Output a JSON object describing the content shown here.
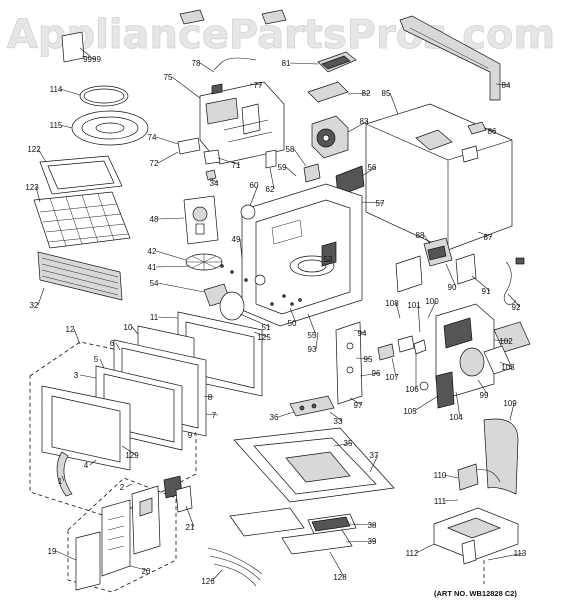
{
  "watermark": "AppliancePartsPros.com",
  "art_number": "(ART NO. WB12828 C2)",
  "part_labels": [
    "9999",
    "114",
    "115",
    "122",
    "123",
    "32",
    "75",
    "78",
    "77",
    "81",
    "82",
    "74",
    "72",
    "71",
    "34",
    "62",
    "60",
    "58",
    "59",
    "56",
    "57",
    "85",
    "84",
    "83",
    "86",
    "87",
    "88",
    "90",
    "91",
    "92",
    "48",
    "42",
    "41",
    "54",
    "49",
    "50",
    "51",
    "55",
    "52",
    "125",
    "12",
    "11",
    "10",
    "6",
    "5",
    "3",
    "8",
    "7",
    "9",
    "129",
    "1",
    "93",
    "94",
    "95",
    "96",
    "97",
    "108",
    "100",
    "101",
    "102",
    "103",
    "107",
    "106",
    "105",
    "104",
    "99",
    "109",
    "36",
    "33",
    "35",
    "37",
    "110",
    "111",
    "112",
    "113",
    "21",
    "19",
    "20",
    "38",
    "39",
    "126",
    "128",
    "2",
    "4"
  ]
}
